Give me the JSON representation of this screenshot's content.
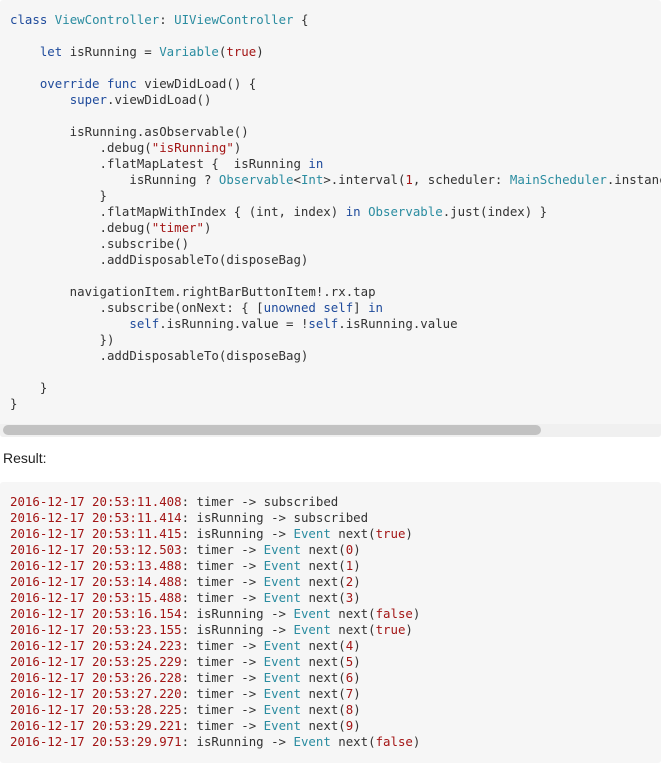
{
  "code_lines": [
    [
      [
        "kw",
        "class"
      ],
      [
        "p",
        " "
      ],
      [
        "ty",
        "ViewController"
      ],
      [
        "p",
        ": "
      ],
      [
        "ty",
        "UIViewController"
      ],
      [
        "p",
        " {"
      ]
    ],
    [
      [
        "p",
        ""
      ]
    ],
    [
      [
        "p",
        "    "
      ],
      [
        "kw",
        "let"
      ],
      [
        "p",
        " isRunning = "
      ],
      [
        "ty",
        "Variable"
      ],
      [
        "p",
        "("
      ],
      [
        "str",
        "true"
      ],
      [
        "p",
        ")"
      ]
    ],
    [
      [
        "p",
        ""
      ]
    ],
    [
      [
        "p",
        "    "
      ],
      [
        "kw",
        "override"
      ],
      [
        "p",
        " "
      ],
      [
        "kw",
        "func"
      ],
      [
        "p",
        " viewDidLoad() {"
      ]
    ],
    [
      [
        "p",
        "        "
      ],
      [
        "kw",
        "super"
      ],
      [
        "p",
        ".viewDidLoad()"
      ]
    ],
    [
      [
        "p",
        ""
      ]
    ],
    [
      [
        "p",
        "        isRunning.asObservable()"
      ]
    ],
    [
      [
        "p",
        "            .debug("
      ],
      [
        "str",
        "\"isRunning\""
      ],
      [
        "p",
        ")"
      ]
    ],
    [
      [
        "p",
        "            .flatMapLatest {  isRunning "
      ],
      [
        "kw",
        "in"
      ]
    ],
    [
      [
        "p",
        "                isRunning ? "
      ],
      [
        "ty",
        "Observable"
      ],
      [
        "p",
        "<"
      ],
      [
        "ty",
        "Int"
      ],
      [
        "p",
        ">.interval("
      ],
      [
        "num",
        "1"
      ],
      [
        "p",
        ", scheduler: "
      ],
      [
        "ty",
        "MainScheduler"
      ],
      [
        "p",
        ".instance) : .empty()"
      ]
    ],
    [
      [
        "p",
        "            }"
      ]
    ],
    [
      [
        "p",
        "            .flatMapWithIndex { (int, index) "
      ],
      [
        "kw",
        "in"
      ],
      [
        "p",
        " "
      ],
      [
        "ty",
        "Observable"
      ],
      [
        "p",
        ".just(index) }"
      ]
    ],
    [
      [
        "p",
        "            .debug("
      ],
      [
        "str",
        "\"timer\""
      ],
      [
        "p",
        ")"
      ]
    ],
    [
      [
        "p",
        "            .subscribe()"
      ]
    ],
    [
      [
        "p",
        "            .addDisposableTo(disposeBag)"
      ]
    ],
    [
      [
        "p",
        ""
      ]
    ],
    [
      [
        "p",
        "        navigationItem.rightBarButtonItem!.rx.tap"
      ]
    ],
    [
      [
        "p",
        "            .subscribe(onNext: { ["
      ],
      [
        "kw",
        "unowned"
      ],
      [
        "p",
        " "
      ],
      [
        "kw",
        "self"
      ],
      [
        "p",
        "] "
      ],
      [
        "kw",
        "in"
      ]
    ],
    [
      [
        "p",
        "                "
      ],
      [
        "kw",
        "self"
      ],
      [
        "p",
        ".isRunning.value = !"
      ],
      [
        "kw",
        "self"
      ],
      [
        "p",
        ".isRunning.value"
      ]
    ],
    [
      [
        "p",
        "            })"
      ]
    ],
    [
      [
        "p",
        "            .addDisposableTo(disposeBag)"
      ]
    ],
    [
      [
        "p",
        ""
      ]
    ],
    [
      [
        "p",
        "    }"
      ]
    ],
    [
      [
        "p",
        "}"
      ]
    ]
  ],
  "result_label": "Result:",
  "log_lines": [
    {
      "ts": "2016-12-17 20:53:11.408",
      "name": "timer",
      "event": "",
      "text": "subscribed",
      "arg": ""
    },
    {
      "ts": "2016-12-17 20:53:11.414",
      "name": "isRunning",
      "event": "",
      "text": "subscribed",
      "arg": ""
    },
    {
      "ts": "2016-12-17 20:53:11.415",
      "name": "isRunning",
      "event": "Event",
      "text": "next",
      "arg": "true"
    },
    {
      "ts": "2016-12-17 20:53:12.503",
      "name": "timer",
      "event": "Event",
      "text": "next",
      "arg": "0"
    },
    {
      "ts": "2016-12-17 20:53:13.488",
      "name": "timer",
      "event": "Event",
      "text": "next",
      "arg": "1"
    },
    {
      "ts": "2016-12-17 20:53:14.488",
      "name": "timer",
      "event": "Event",
      "text": "next",
      "arg": "2"
    },
    {
      "ts": "2016-12-17 20:53:15.488",
      "name": "timer",
      "event": "Event",
      "text": "next",
      "arg": "3"
    },
    {
      "ts": "2016-12-17 20:53:16.154",
      "name": "isRunning",
      "event": "Event",
      "text": "next",
      "arg": "false"
    },
    {
      "ts": "2016-12-17 20:53:23.155",
      "name": "isRunning",
      "event": "Event",
      "text": "next",
      "arg": "true"
    },
    {
      "ts": "2016-12-17 20:53:24.223",
      "name": "timer",
      "event": "Event",
      "text": "next",
      "arg": "4"
    },
    {
      "ts": "2016-12-17 20:53:25.229",
      "name": "timer",
      "event": "Event",
      "text": "next",
      "arg": "5"
    },
    {
      "ts": "2016-12-17 20:53:26.228",
      "name": "timer",
      "event": "Event",
      "text": "next",
      "arg": "6"
    },
    {
      "ts": "2016-12-17 20:53:27.220",
      "name": "timer",
      "event": "Event",
      "text": "next",
      "arg": "7"
    },
    {
      "ts": "2016-12-17 20:53:28.225",
      "name": "timer",
      "event": "Event",
      "text": "next",
      "arg": "8"
    },
    {
      "ts": "2016-12-17 20:53:29.221",
      "name": "timer",
      "event": "Event",
      "text": "next",
      "arg": "9"
    },
    {
      "ts": "2016-12-17 20:53:29.971",
      "name": "isRunning",
      "event": "Event",
      "text": "next",
      "arg": "false"
    }
  ],
  "colors": {
    "keyword": "#1e4a9b",
    "type": "#2a8ca0",
    "string": "#a31515",
    "background": "#f6f6f6"
  }
}
